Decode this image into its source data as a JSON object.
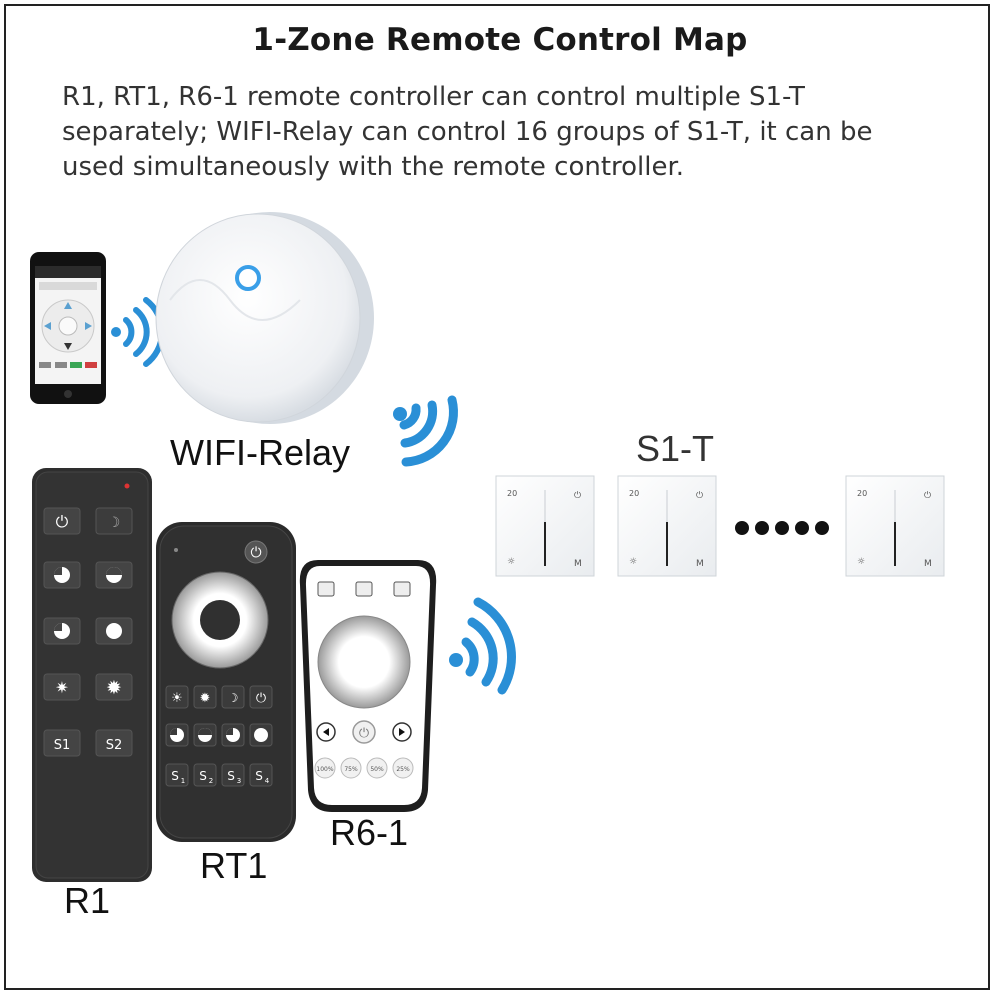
{
  "title": "1-Zone Remote Control Map",
  "description": "R1, RT1, R6-1 remote controller can control multiple S1-T separately; WIFI-Relay can control 16 groups of S1-T, it can be used simultaneously with the remote controller.",
  "labels": {
    "wifi_relay": "WIFI-Relay",
    "s1t": "S1-T",
    "r1": "R1",
    "rt1": "RT1",
    "r61": "R6-1"
  },
  "r1_buttons": {
    "s1": "S1",
    "s2": "S2"
  },
  "rt1_buttons": {
    "s1": "S",
    "s2": "S",
    "s3": "S",
    "s4": "S",
    "sub1": "1",
    "sub2": "2",
    "sub3": "3",
    "sub4": "4"
  },
  "r61_buttons": {
    "p100": "100%",
    "p75": "75%",
    "p50": "50%",
    "p25": "25%"
  },
  "panel_text": {
    "value": "20",
    "mode": "M"
  },
  "colors": {
    "signal_blue": "#2a8fd6",
    "remote_dark": "#2e2e2e",
    "relay_ring": "#3a9fe8"
  },
  "icons": [
    "wifi-signal-icon",
    "power-icon",
    "brightness-icon",
    "color-wheel-icon",
    "chevron-left-icon",
    "chevron-right-icon"
  ]
}
